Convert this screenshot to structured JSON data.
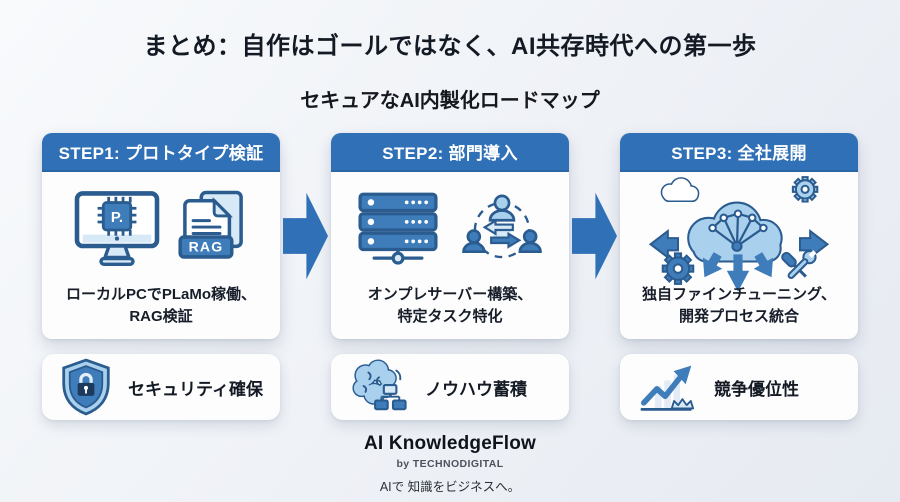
{
  "title": "まとめ：自作はゴールではなく、AI共存時代への第一歩",
  "subtitle": "セキュアなAI内製化ロードマップ",
  "colors": {
    "accent": "#2f70b6",
    "icon_outline": "#2b5c8f",
    "icon_fill": "#a9d0ed",
    "icon_medium": "#3f7cba",
    "icon_pale": "#d7e8f6",
    "icon_navy": "#1b3a5c"
  },
  "steps": [
    {
      "header": "STEP1: プロトタイプ検証",
      "caption_line1": "ローカルPCでPLaMo稼働、",
      "caption_line2": "RAG検証",
      "icons": [
        "pc-chip-icon",
        "rag-document-icon"
      ],
      "chip_label": "P.",
      "rag_label": "RAG"
    },
    {
      "header": "STEP2: 部門導入",
      "caption_line1": "オンプレサーバー構築、",
      "caption_line2": "特定タスク特化",
      "icons": [
        "server-rack-icon",
        "team-collaboration-icon"
      ]
    },
    {
      "header": "STEP3: 全社展開",
      "caption_line1": "独自ファインチューニング、",
      "caption_line2": "開発プロセス統合",
      "icons": [
        "cloud-ai-deployment-icon"
      ]
    }
  ],
  "benefits": [
    {
      "label": "セキュリティ確保",
      "icon": "shield-lock-icon"
    },
    {
      "label": "ノウハウ蓄積",
      "icon": "brain-knowledge-icon"
    },
    {
      "label": "競争優位性",
      "icon": "growth-crown-icon"
    }
  ],
  "footer": {
    "brand": "AI KnowledgeFlow",
    "byline": "by TECHNODIGITAL",
    "tagline": "AIで 知識をビジネスへ。"
  }
}
